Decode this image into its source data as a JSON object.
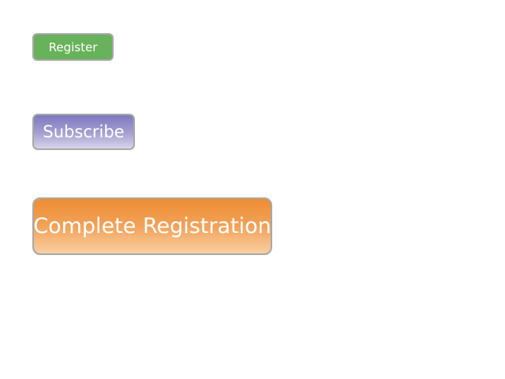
{
  "buttons": {
    "register": {
      "label": "Register",
      "color": "#67b25a"
    },
    "subscribe": {
      "label": "Subscribe",
      "gradient_top": "#7e78c2",
      "gradient_bottom": "#d7d4ea"
    },
    "complete_registration": {
      "label": "Complete Registration",
      "gradient_top": "#ee8d34",
      "gradient_bottom": "#f8cfa2"
    }
  }
}
